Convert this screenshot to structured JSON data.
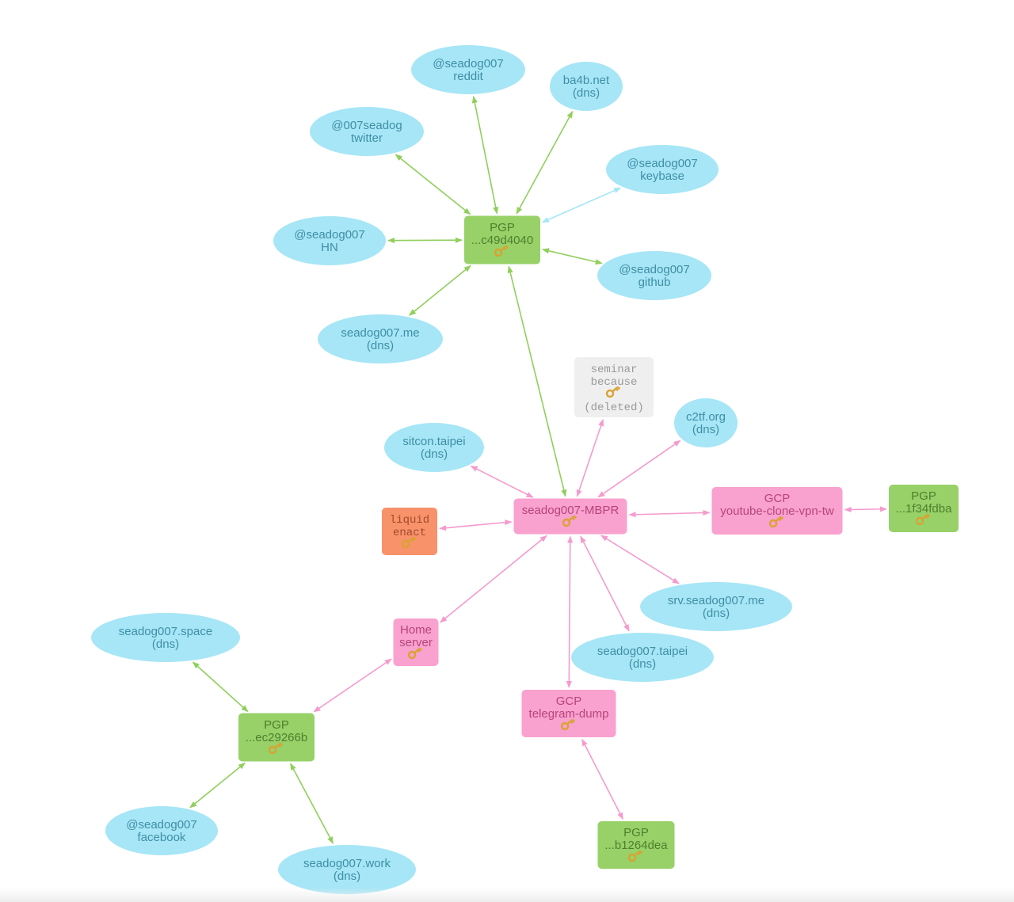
{
  "colors": {
    "dns_identity_node": "#a6e6f6",
    "dns_identity_text": "#3f8fa6",
    "pgp_node": "#97d168",
    "pgp_text": "#4f7f2c",
    "machine_node": "#f9a1cf",
    "machine_text": "#b8457a",
    "orange_node": "#f7926a",
    "orange_text": "#a44a2a",
    "deleted_node": "#efefef",
    "deleted_text": "#9a9a9a",
    "green_edge": "#90cf5c",
    "pink_edge": "#f59bcd",
    "cyan_edge": "#a6e6f6",
    "key_icon": "#d9a334"
  },
  "key_icon_name": "key-icon",
  "nodes": [
    {
      "id": "reddit",
      "kind": "ellipse",
      "color": "cyan",
      "lines": [
        "@seadog007",
        "reddit"
      ]
    },
    {
      "id": "ba4b",
      "kind": "ellipse",
      "color": "cyan",
      "lines": [
        "ba4b.net",
        "(dns)"
      ]
    },
    {
      "id": "twitter",
      "kind": "ellipse",
      "color": "cyan",
      "lines": [
        "@007seadog",
        "twitter"
      ]
    },
    {
      "id": "keybase",
      "kind": "ellipse",
      "color": "cyan",
      "lines": [
        "@seadog007",
        "keybase"
      ]
    },
    {
      "id": "hn",
      "kind": "ellipse",
      "color": "cyan",
      "lines": [
        "@seadog007",
        "HN"
      ]
    },
    {
      "id": "pgp_c49",
      "kind": "box",
      "color": "green",
      "lines": [
        "PGP",
        "...c49d4040"
      ],
      "key": true
    },
    {
      "id": "github",
      "kind": "ellipse",
      "color": "cyan",
      "lines": [
        "@seadog007",
        "github"
      ]
    },
    {
      "id": "seadogme",
      "kind": "ellipse",
      "color": "cyan",
      "lines": [
        "seadog007.me",
        "(dns)"
      ]
    },
    {
      "id": "seminar",
      "kind": "box",
      "color": "gray",
      "mono": true,
      "lines": [
        "seminar",
        "because"
      ],
      "key": true,
      "after": [
        "(deleted)"
      ]
    },
    {
      "id": "c2tf",
      "kind": "ellipse",
      "color": "cyan",
      "lines": [
        "c2tf.org",
        "(dns)"
      ]
    },
    {
      "id": "sitcon",
      "kind": "ellipse",
      "color": "cyan",
      "lines": [
        "sitcon.taipei",
        "(dns)"
      ]
    },
    {
      "id": "mbpr",
      "kind": "box",
      "color": "pink",
      "lines": [
        "seadog007-MBPR"
      ],
      "key": true
    },
    {
      "id": "gcp_yt",
      "kind": "box",
      "color": "pink",
      "lines": [
        "GCP",
        "youtube-clone-vpn-tw"
      ],
      "key": true
    },
    {
      "id": "pgp_1f3",
      "kind": "box",
      "color": "green",
      "lines": [
        "PGP",
        "...1f34fdba"
      ],
      "key": true
    },
    {
      "id": "liquid",
      "kind": "box",
      "color": "orange",
      "mono": true,
      "lines": [
        "liquid",
        "enact"
      ],
      "key": true
    },
    {
      "id": "srv",
      "kind": "ellipse",
      "color": "cyan",
      "lines": [
        "srv.seadog007.me",
        "(dns)"
      ]
    },
    {
      "id": "home",
      "kind": "box",
      "color": "pink",
      "lines": [
        "Home",
        "server"
      ],
      "key": true
    },
    {
      "id": "space",
      "kind": "ellipse",
      "color": "cyan",
      "lines": [
        "seadog007.space",
        "(dns)"
      ]
    },
    {
      "id": "taipei",
      "kind": "ellipse",
      "color": "cyan",
      "lines": [
        "seadog007.taipei",
        "(dns)"
      ]
    },
    {
      "id": "gcp_tg",
      "kind": "box",
      "color": "pink",
      "lines": [
        "GCP",
        "telegram-dump"
      ],
      "key": true
    },
    {
      "id": "pgp_ec2",
      "kind": "box",
      "color": "green",
      "lines": [
        "PGP",
        "...ec29266b"
      ],
      "key": true
    },
    {
      "id": "facebook",
      "kind": "ellipse",
      "color": "cyan",
      "lines": [
        "@seadog007",
        "facebook"
      ]
    },
    {
      "id": "work",
      "kind": "ellipse",
      "color": "cyan",
      "lines": [
        "seadog007.work",
        "(dns)"
      ]
    },
    {
      "id": "pgp_b12",
      "kind": "box",
      "color": "green",
      "lines": [
        "PGP",
        "...b1264dea"
      ],
      "key": true
    }
  ],
  "edges": [
    {
      "from": "pgp_c49",
      "to": "reddit",
      "color": "green"
    },
    {
      "from": "pgp_c49",
      "to": "ba4b",
      "color": "green"
    },
    {
      "from": "pgp_c49",
      "to": "twitter",
      "color": "green"
    },
    {
      "from": "pgp_c49",
      "to": "keybase",
      "color": "cyan"
    },
    {
      "from": "pgp_c49",
      "to": "hn",
      "color": "green"
    },
    {
      "from": "pgp_c49",
      "to": "github",
      "color": "green"
    },
    {
      "from": "pgp_c49",
      "to": "seadogme",
      "color": "green"
    },
    {
      "from": "pgp_c49",
      "to": "mbpr",
      "color": "green"
    },
    {
      "from": "mbpr",
      "to": "seminar",
      "color": "pink"
    },
    {
      "from": "mbpr",
      "to": "c2tf",
      "color": "pink"
    },
    {
      "from": "mbpr",
      "to": "sitcon",
      "color": "pink"
    },
    {
      "from": "mbpr",
      "to": "gcp_yt",
      "color": "pink"
    },
    {
      "from": "gcp_yt",
      "to": "pgp_1f3",
      "color": "pink"
    },
    {
      "from": "mbpr",
      "to": "liquid",
      "color": "pink"
    },
    {
      "from": "mbpr",
      "to": "srv",
      "color": "pink"
    },
    {
      "from": "mbpr",
      "to": "taipei",
      "color": "pink"
    },
    {
      "from": "mbpr",
      "to": "gcp_tg",
      "color": "pink"
    },
    {
      "from": "mbpr",
      "to": "home",
      "color": "pink"
    },
    {
      "from": "home",
      "to": "pgp_ec2",
      "color": "pink"
    },
    {
      "from": "pgp_ec2",
      "to": "space",
      "color": "green"
    },
    {
      "from": "pgp_ec2",
      "to": "facebook",
      "color": "green"
    },
    {
      "from": "pgp_ec2",
      "to": "work",
      "color": "green"
    },
    {
      "from": "gcp_tg",
      "to": "pgp_b12",
      "color": "pink"
    }
  ]
}
